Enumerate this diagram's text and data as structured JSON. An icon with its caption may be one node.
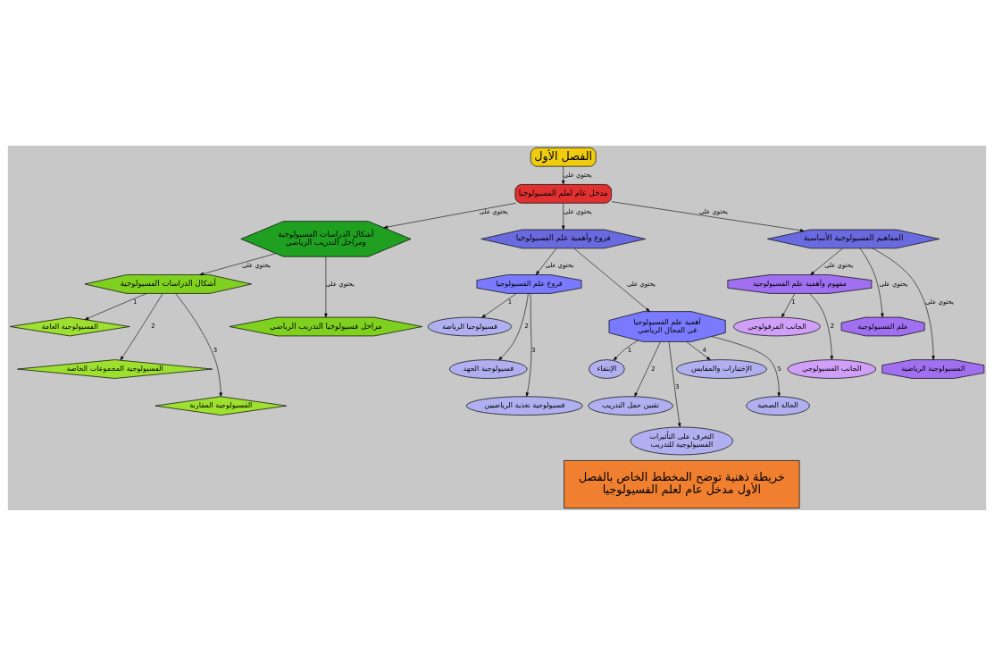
{
  "diagram": {
    "nodes": [
      {
        "text": [
          "الفصل الأول"
        ]
      },
      {
        "text": [
          "مدخل عام لعلم الفسيولوجيا"
        ]
      },
      {
        "text": [
          "أشكال الدراسات الفسيولوجية ومراحل التدريب الرياضي"
        ]
      },
      {
        "text": [
          "أشكال الدراسات الفسيولوجية"
        ]
      },
      {
        "text": [
          "الفسيولوجية العامة"
        ]
      },
      {
        "text": [
          "الفسيولوجية المجموعات الخاصة"
        ]
      },
      {
        "text": [
          "الفسيولوجية المقارنة"
        ]
      },
      {
        "text": [
          "مراحل فسيولوجيا التدريب الرياضي"
        ]
      },
      {
        "text": [
          "فروع وأهمية علم الفسيولوجيا"
        ]
      },
      {
        "text": [
          "فروع علم الفسيولوجيا"
        ]
      },
      {
        "text": [
          "فسيولوجيا الرياضة"
        ]
      },
      {
        "text": [
          "فسيولوجية الجهد"
        ]
      },
      {
        "text": [
          "فسيولوجية تغذية الرياضيين"
        ]
      },
      {
        "text": [
          "أهمية علم الفسيولوجيا في المجال الرياضي"
        ]
      },
      {
        "text": [
          "الإنتقاء"
        ]
      },
      {
        "text": [
          "تقنين حمل التدريب"
        ]
      },
      {
        "text": [
          "التعرف على التأثيرات الفسيولوجية للتدريب"
        ]
      },
      {
        "text": [
          "الإختبارات والمقايس"
        ]
      },
      {
        "text": [
          "الحالة الصحية"
        ]
      },
      {
        "text": [
          "المفاهيم الفسيولوجية الأساسية"
        ]
      },
      {
        "text": [
          "مفهوم وأهمية علم الفسيولوجية"
        ]
      },
      {
        "text": [
          "الجانب المرفولوجي"
        ]
      },
      {
        "text": [
          "الجانب الفسيولوجي"
        ]
      },
      {
        "text": [
          "علم الفسيولوجية"
        ]
      },
      {
        "text": [
          "الفسيولوجية الرياضية"
        ]
      },
      {
        "text": [
          "خريطة ذهنية توضح المخطط الخاص بالفصل الأول مدخل عام لعلم الفسيولوجيا"
        ]
      }
    ],
    "edges": [
      {
        "from": 0,
        "to": 1,
        "arrow": "to",
        "label": "يحتوي على"
      },
      {
        "from": 1,
        "to": 2,
        "arrow": "to",
        "label": "يحتوي على"
      },
      {
        "from": 1,
        "to": 8,
        "arrow": "to",
        "label": "يحتوي على"
      },
      {
        "from": 1,
        "to": 19,
        "arrow": "to",
        "label": "يحتوي على"
      },
      {
        "from": 2,
        "to": 3,
        "arrow": "to",
        "label": "يحتوي على"
      },
      {
        "from": 2,
        "to": 7,
        "arrow": "to",
        "label": "يحتوي على"
      },
      {
        "from": 3,
        "to": 4,
        "arrow": "to",
        "label": "1"
      },
      {
        "from": 3,
        "to": 5,
        "arrow": "to",
        "label": "2"
      },
      {
        "from": 3,
        "to": 6,
        "arrow": "to",
        "label": "3"
      },
      {
        "from": 8,
        "to": 9,
        "arrow": "to",
        "label": "يحتوي على"
      },
      {
        "from": 8,
        "to": 13,
        "arrow": "to",
        "label": "يحتوي على"
      },
      {
        "from": 9,
        "to": 10,
        "arrow": "to",
        "label": "1"
      },
      {
        "from": 9,
        "to": 11,
        "arrow": "to",
        "label": "2"
      },
      {
        "from": 9,
        "to": 12,
        "arrow": "to",
        "label": "3"
      },
      {
        "from": 13,
        "to": 14,
        "arrow": "to",
        "label": "1"
      },
      {
        "from": 13,
        "to": 15,
        "arrow": "to",
        "label": "2"
      },
      {
        "from": 13,
        "to": 16,
        "arrow": "to",
        "label": "3"
      },
      {
        "from": 13,
        "to": 17,
        "arrow": "to",
        "label": "4"
      },
      {
        "from": 13,
        "to": 18,
        "arrow": "to",
        "label": "5"
      },
      {
        "from": 19,
        "to": 20,
        "arrow": "to",
        "label": "يحتوي على"
      },
      {
        "from": 19,
        "to": 23,
        "arrow": "to",
        "label": "يحتوي على"
      },
      {
        "from": 19,
        "to": 24,
        "arrow": "to",
        "label": "يحتوي على"
      },
      {
        "from": 20,
        "to": 21,
        "arrow": "to",
        "label": "1"
      },
      {
        "from": 20,
        "to": 22,
        "arrow": "to",
        "label": "2"
      }
    ]
  }
}
